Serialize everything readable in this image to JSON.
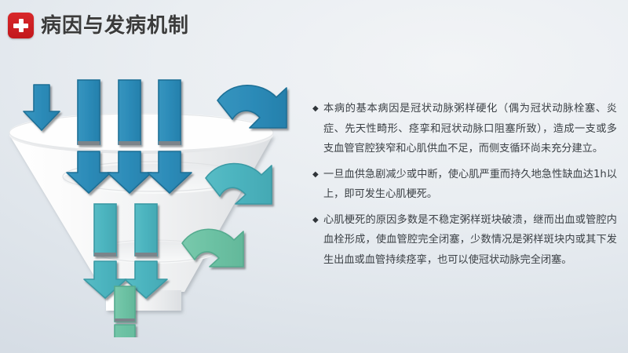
{
  "header": {
    "icon": "medical-cross-icon",
    "icon_bg_color": "#c8191d",
    "title": "病因与发病机制"
  },
  "content": {
    "bullet_glyph": "◆",
    "paragraphs": [
      "本病的基本病因是冠状动脉粥样硬化（偶为冠状动脉栓塞、炎症、先天性畸形、痉挛和冠状动脉口阻塞所致），造成一支或多支血管官腔狭窄和心肌供血不足，而侧支循环尚未充分建立。",
      "一旦血供急剧减少或中断，使心肌严重而持久地急性缺血达1h以上，即可发生心肌梗死。",
      "心肌梗死的原因多数是不稳定粥样斑块破溃，继而出血或管腔内血栓形成，使血管腔完全闭塞，少数情况是粥样斑块内或其下发生出血或血管持续痉挛，也可以使冠状动脉完全闭塞。"
    ]
  },
  "diagram": {
    "name": "funnel-diagram",
    "funnel_color": "#f4f5f6",
    "stages": [
      {
        "name": "stage-top",
        "down_arrow_color": "#2d8cb9",
        "down_arrow_count": 4,
        "side_arrow_color": "#2d8cb9"
      },
      {
        "name": "stage-middle",
        "down_arrow_color": "#4cb4bf",
        "down_arrow_count": 3,
        "side_arrow_color": "#4cb4bf"
      },
      {
        "name": "stage-lower",
        "down_arrow_color": "#54b9b5",
        "down_arrow_count": 2,
        "side_arrow_color": "#6dc2a4"
      },
      {
        "name": "stage-bottom",
        "down_arrow_color": "#6dc2a4",
        "down_arrow_count": 1,
        "side_arrow_color": "#6dc2a4"
      }
    ]
  },
  "background": {
    "color_light": "#eef1f4",
    "color_dark": "#d6dde5"
  }
}
